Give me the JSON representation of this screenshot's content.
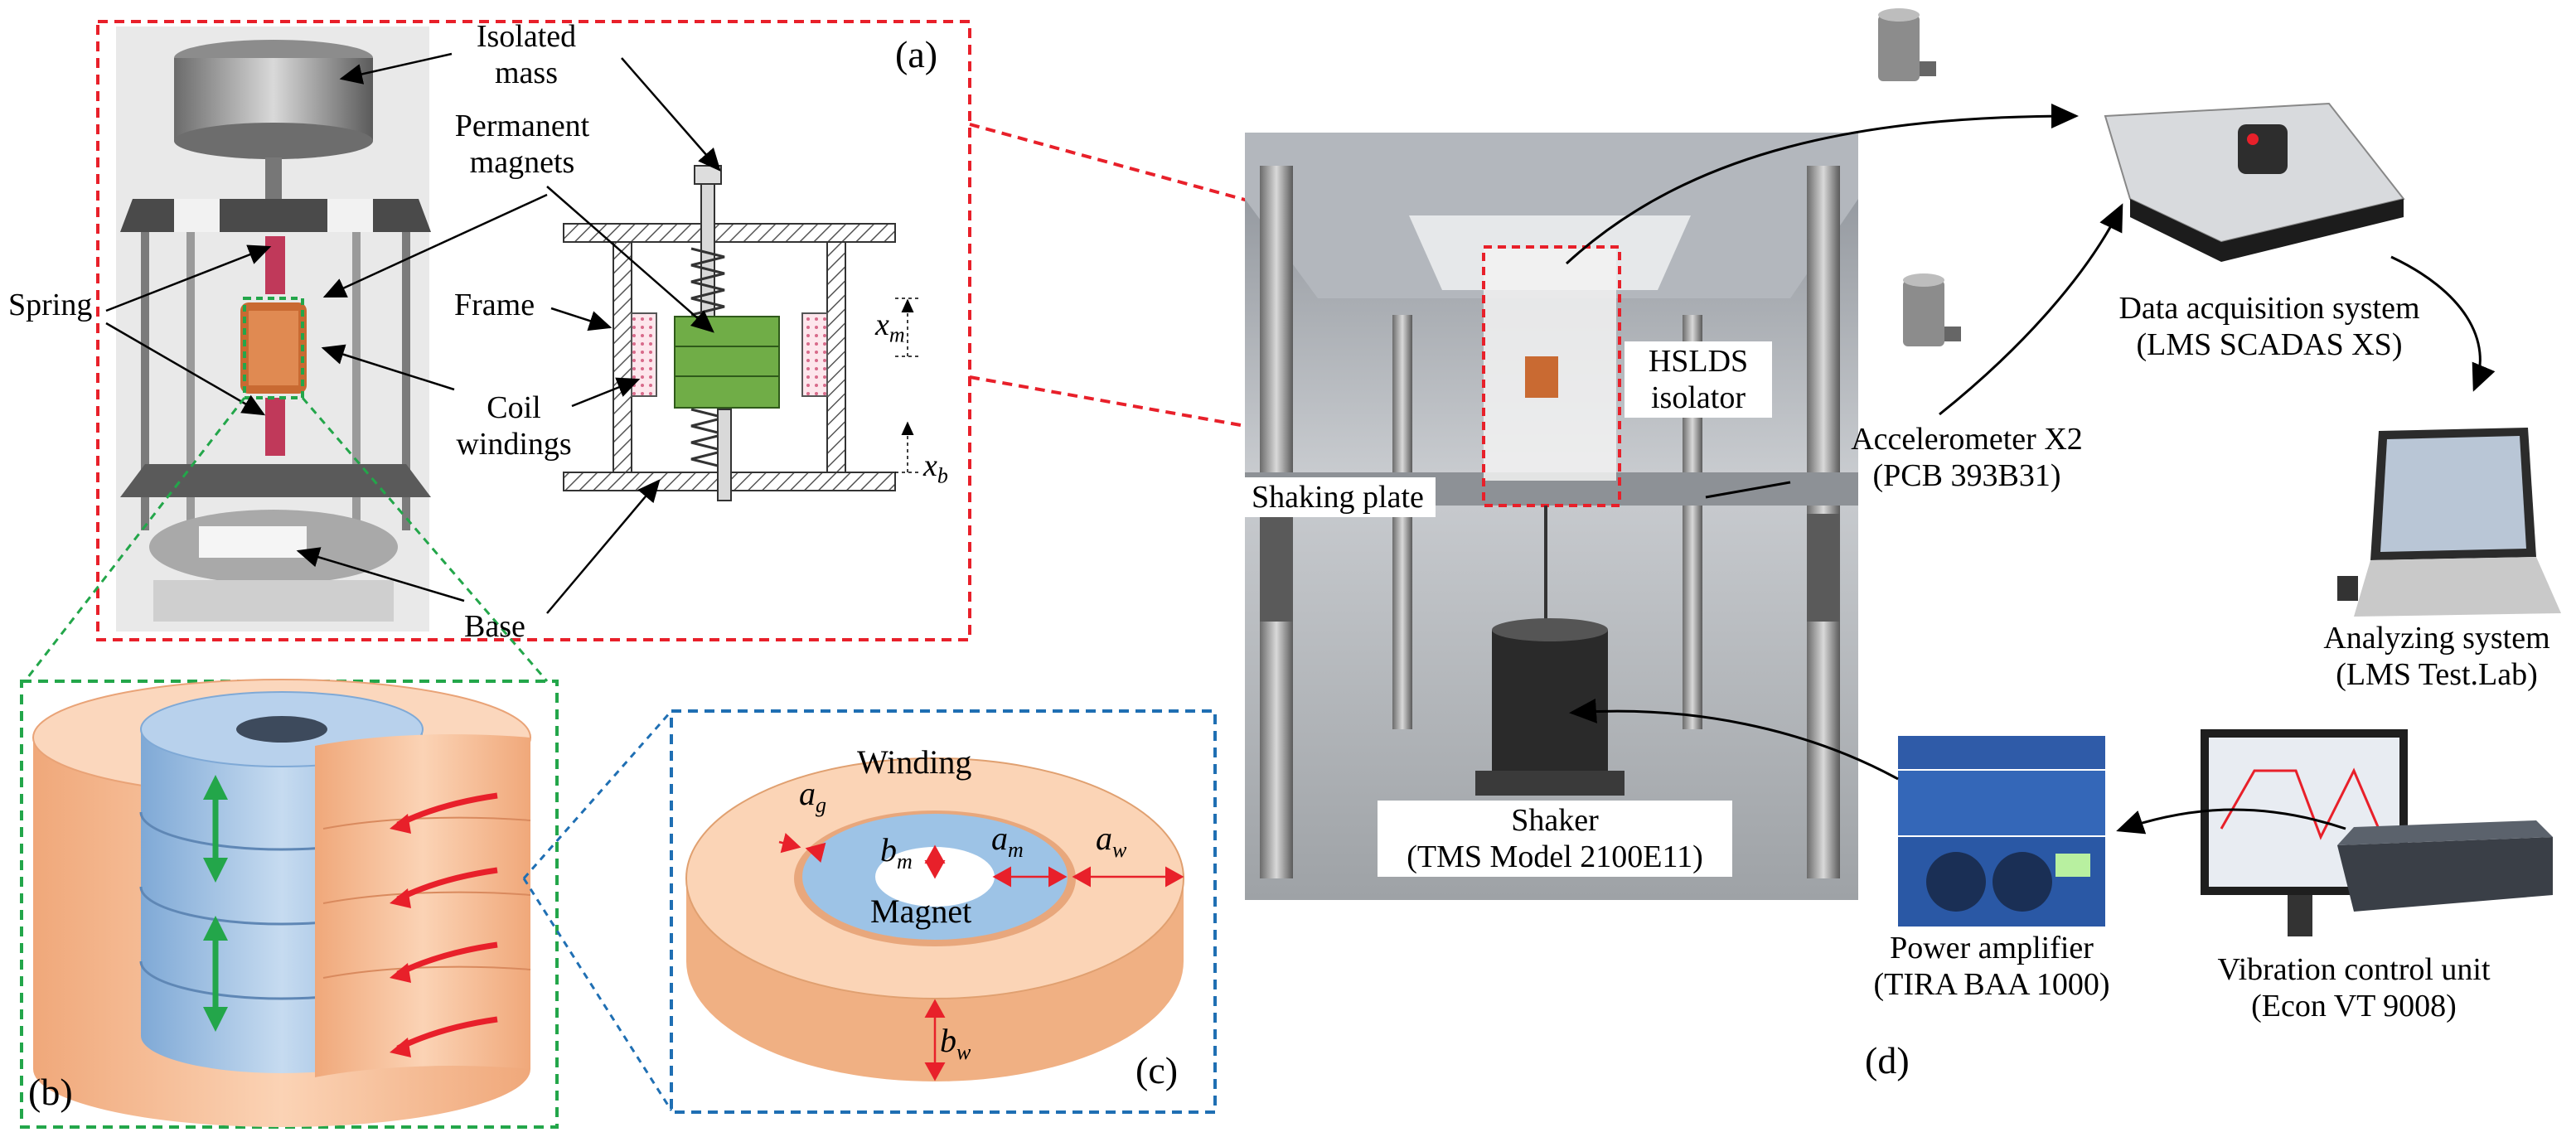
{
  "panels": {
    "a": "(a)",
    "b": "(b)",
    "c": "(c)",
    "d": "(d)"
  },
  "panel_a": {
    "isolated_mass": "Isolated\nmass",
    "permanent_magnets": "Permanent\nmagnets",
    "spring": "Spring",
    "frame": "Frame",
    "coil_windings": "Coil\nwindings",
    "base": "Base",
    "x_m": "x",
    "x_m_sub": "m",
    "x_b": "x",
    "x_b_sub": "b"
  },
  "panel_c": {
    "winding": "Winding",
    "magnet": "Magnet",
    "a_g": "a",
    "a_g_sub": "g",
    "b_m": "b",
    "b_m_sub": "m",
    "a_m": "a",
    "a_m_sub": "m",
    "a_w": "a",
    "a_w_sub": "w",
    "b_w": "b",
    "b_w_sub": "w"
  },
  "panel_d": {
    "hslds_isolator": "HSLDS\nisolator",
    "shaking_plate": "Shaking plate",
    "shaker": "Shaker\n(TMS Model 2100E11)",
    "accelerometer": "Accelerometer X2\n(PCB 393B31)",
    "data_acquisition": "Data acquisition system\n(LMS SCADAS XS)",
    "analyzing_system": "Analyzing system\n(LMS Test.Lab)",
    "power_amplifier": "Power amplifier\n(TIRA BAA 1000)",
    "vibration_control": "Vibration control unit\n(Econ VT 9008)"
  },
  "colors": {
    "red_dash": "#e8202a",
    "green_dash": "#23a64a",
    "blue_dash": "#1f6fb3",
    "copper": "#f4b183",
    "magnet_blue": "#9dc3e6",
    "arrow_red": "#e8202a",
    "arrow_green": "#23a64a",
    "mass_green": "#70ad47"
  }
}
